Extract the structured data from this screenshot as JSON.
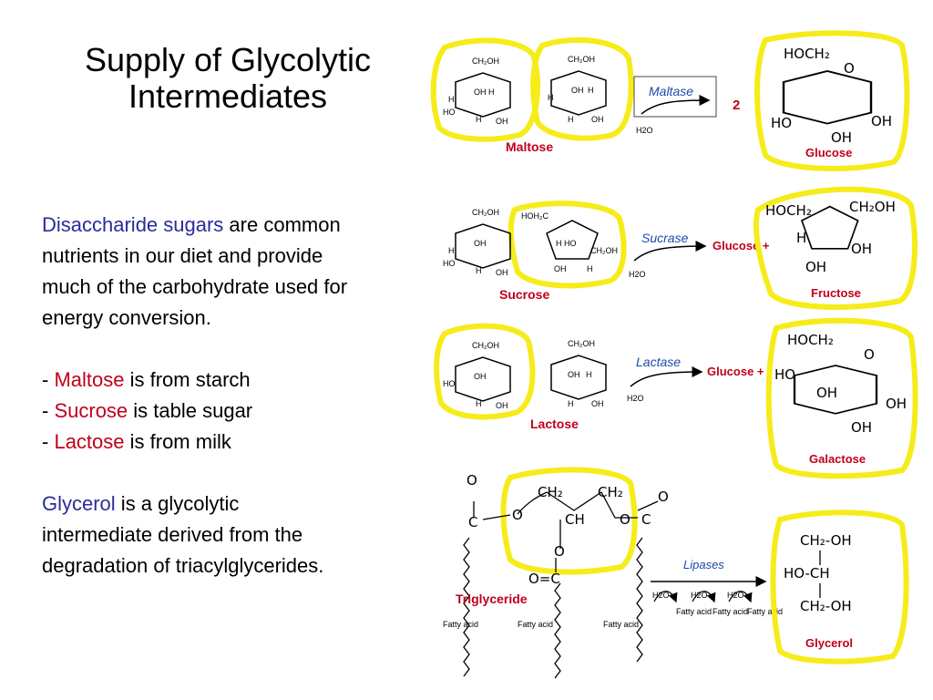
{
  "slide": {
    "title_line1": "Supply of Glycolytic",
    "title_line2": "Intermediates",
    "para1_lead": "Disaccharide sugars",
    "para1_rest": " are common nutrients in our diet and provide much of the carbohydrate used for energy conversion.",
    "bullets": [
      {
        "prefix": "- ",
        "term": "Maltose",
        "rest": " is from starch"
      },
      {
        "prefix": "- ",
        "term": "Sucrose",
        "rest": " is table sugar"
      },
      {
        "prefix": "- ",
        "term": "Lactose",
        "rest": " is from milk"
      }
    ],
    "para3_lead": "Glycerol",
    "para3_rest": " is a glycolytic intermediate derived from the degradation of triacylglycerides."
  },
  "diagram": {
    "maltose": {
      "name": "Maltose",
      "enzyme": "Maltase",
      "water": "H2O",
      "product_count": "2",
      "product": "Glucose"
    },
    "sucrose": {
      "name": "Sucrose",
      "enzyme": "Sucrase",
      "water": "H2O",
      "product1": "Glucose +",
      "product2": "Fructose"
    },
    "lactose": {
      "name": "Lactose",
      "enzyme": "Lactase",
      "water": "H2O",
      "product1": "Glucose +",
      "product2": "Galactose"
    },
    "triglyceride": {
      "name": "Triglyceride",
      "enzyme": "Lipases",
      "water": "H2O",
      "fatty_acid": "Fatty acid",
      "product": "Glycerol"
    }
  },
  "colors": {
    "highlight": "#f5ec1a",
    "label_red": "#c0001a",
    "enzyme_blue": "#1a4aa8",
    "text_blue": "#2b2b9a"
  }
}
